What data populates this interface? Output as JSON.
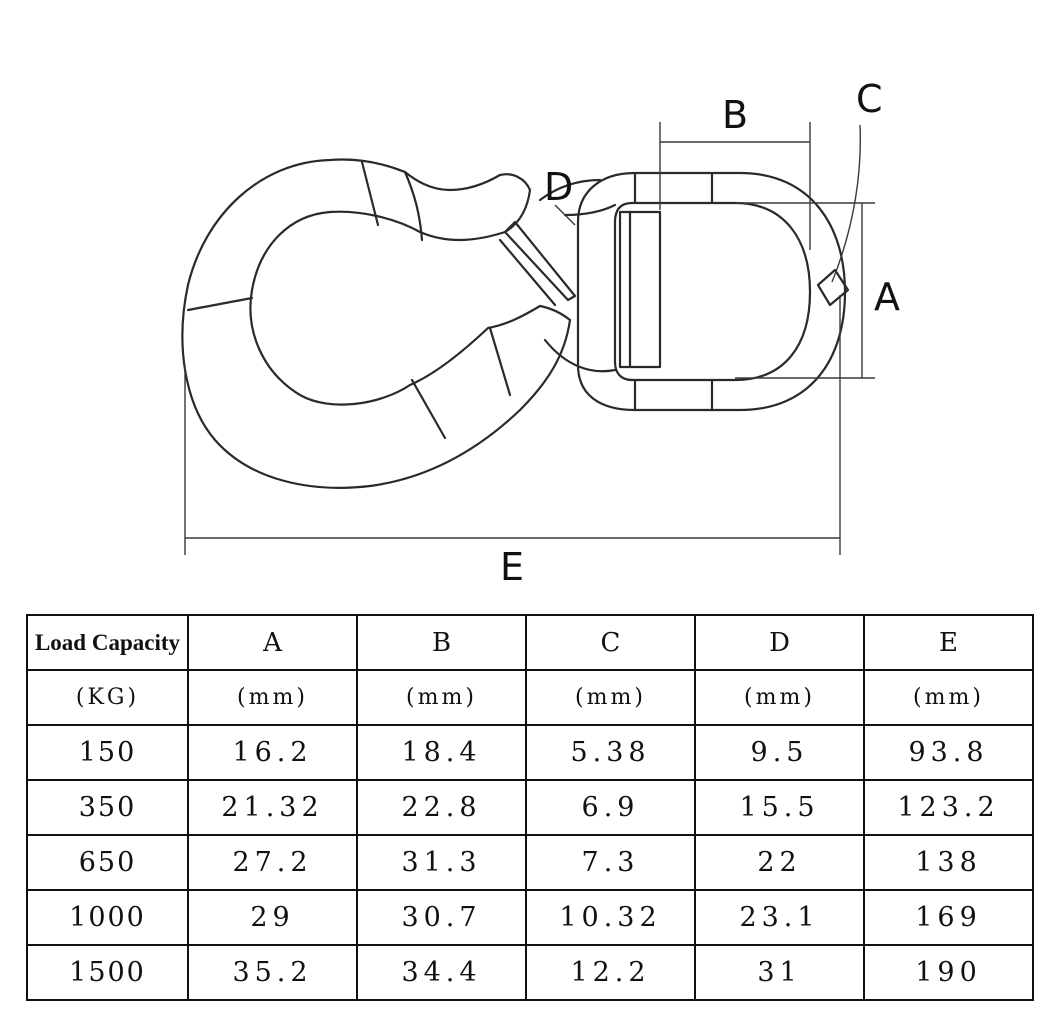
{
  "diagram": {
    "labels": {
      "a": "A",
      "b": "B",
      "c": "C",
      "d": "D",
      "e": "E"
    },
    "line_color": "#2a2a2a"
  },
  "table": {
    "header": [
      "Load Capacity",
      "A",
      "B",
      "C",
      "D",
      "E"
    ],
    "units": [
      "(KG)",
      "(mm)",
      "(mm)",
      "(mm)",
      "(mm)",
      "(mm)"
    ],
    "rows": [
      [
        "150",
        "16.2",
        "18.4",
        "5.38",
        "9.5",
        "93.8"
      ],
      [
        "350",
        "21.32",
        "22.8",
        "6.9",
        "15.5",
        "123.2"
      ],
      [
        "650",
        "27.2",
        "31.3",
        "7.3",
        "22",
        "138"
      ],
      [
        "1000",
        "29",
        "30.7",
        "10.32",
        "23.1",
        "169"
      ],
      [
        "1500",
        "35.2",
        "34.4",
        "12.2",
        "31",
        "190"
      ]
    ]
  }
}
